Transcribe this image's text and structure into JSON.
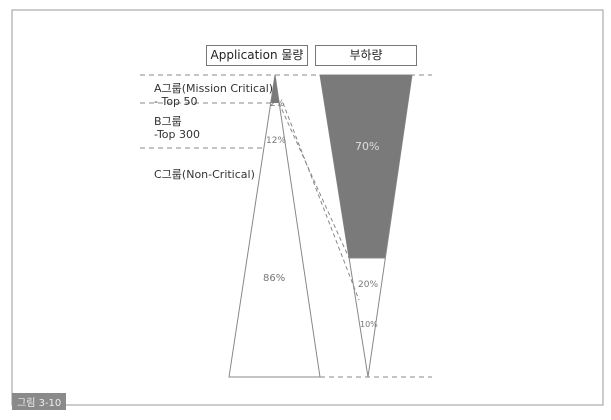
{
  "headers": {
    "app_volume": "Application 물량",
    "load": "부하량"
  },
  "groups": [
    {
      "name": "A그룹(Mission Critical)",
      "sub": "- Top 50"
    },
    {
      "name": "B그룹",
      "sub": "-Top 300"
    },
    {
      "name": "C그룹(Non-Critical)",
      "sub": ""
    }
  ],
  "app_percents": {
    "a": "2%",
    "b": "12%",
    "c": "86%"
  },
  "load_percents": {
    "a": "70%",
    "b": "20%",
    "c": "10%"
  },
  "caption": "그림 3-10",
  "colors": {
    "shade": "#7a7a7a",
    "line": "#888888"
  }
}
